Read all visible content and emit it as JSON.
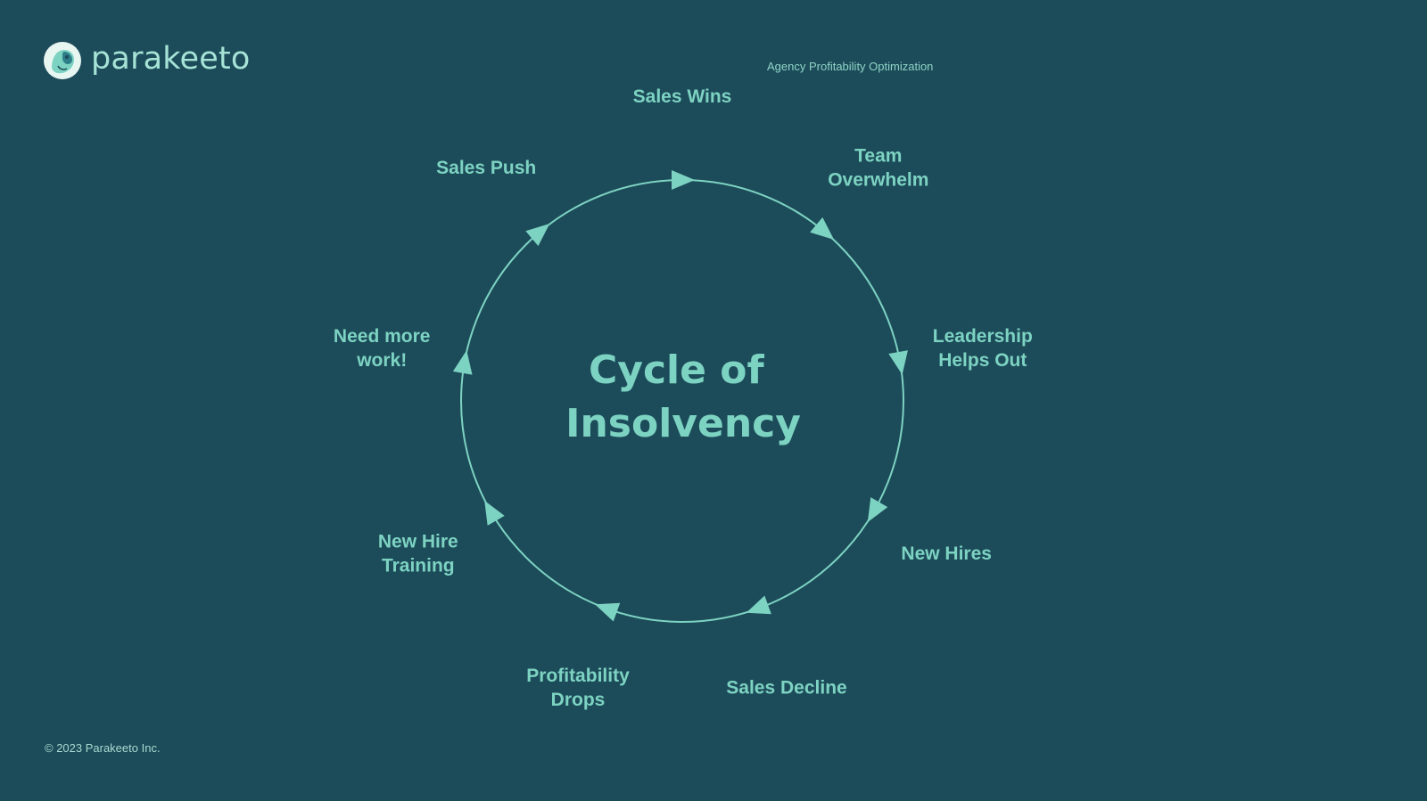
{
  "brand": {
    "name": "parakeeto",
    "logo_icon": "parakeet-logo-icon"
  },
  "header": {
    "subtitle": "Agency Profitability Optimization"
  },
  "diagram": {
    "title_lines": [
      "Cycle of",
      "Insolvency"
    ],
    "steps": [
      {
        "lines": [
          "Sales Wins"
        ]
      },
      {
        "lines": [
          "Team",
          "Overwhelm"
        ]
      },
      {
        "lines": [
          "Leadership",
          "Helps Out"
        ]
      },
      {
        "lines": [
          "New Hires"
        ]
      },
      {
        "lines": [
          "Sales Decline"
        ]
      },
      {
        "lines": [
          "Profitability",
          "Drops"
        ]
      },
      {
        "lines": [
          "New Hire",
          "Training"
        ]
      },
      {
        "lines": [
          "Need more",
          "work!"
        ]
      },
      {
        "lines": [
          "Sales Push"
        ]
      }
    ],
    "colors": {
      "background": "#1c4b5a",
      "accent": "#7dd3c2"
    }
  },
  "footer": {
    "copyright": "© 2023 Parakeeto Inc."
  }
}
